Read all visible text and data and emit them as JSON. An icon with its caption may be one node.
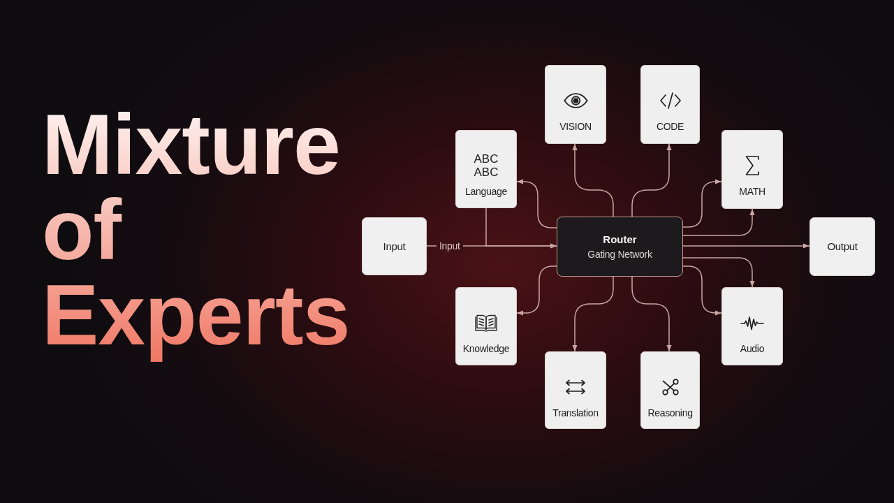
{
  "diagram": {
    "title": "Mixture of Experts",
    "nodes": [
      {
        "text": [
          "VISION"
        ]
      },
      {
        "text": [
          "CODE"
        ]
      },
      {
        "text": [
          "ABC ABC",
          "Language"
        ]
      },
      {
        "text": [
          "MATH"
        ]
      },
      {
        "text": [
          "Input"
        ]
      },
      {
        "text": [
          "Router",
          "Gating Network"
        ]
      },
      {
        "text": [
          "Output"
        ]
      },
      {
        "text": [
          "Knowledge"
        ]
      },
      {
        "text": [
          "Audio"
        ]
      },
      {
        "text": [
          "Translation"
        ]
      },
      {
        "text": [
          "Reasoning"
        ]
      }
    ],
    "edges": [
      {
        "from": 4,
        "to": 5,
        "arrow": "to",
        "label": "Input"
      },
      {
        "from": 2,
        "to": 5,
        "arrow": "to"
      },
      {
        "from": 5,
        "to": 2,
        "arrow": "to"
      },
      {
        "from": 5,
        "to": 0,
        "arrow": "to"
      },
      {
        "from": 5,
        "to": 1,
        "arrow": "to"
      },
      {
        "from": 5,
        "to": 3,
        "arrow": "to"
      },
      {
        "from": 5,
        "to": 3,
        "arrow": "to"
      },
      {
        "from": 5,
        "to": 6,
        "arrow": "to"
      },
      {
        "from": 5,
        "to": 8,
        "arrow": "to"
      },
      {
        "from": 5,
        "to": 8,
        "arrow": "to"
      },
      {
        "from": 5,
        "to": 7,
        "arrow": "to"
      },
      {
        "from": 5,
        "to": 9,
        "arrow": "to"
      },
      {
        "from": 5,
        "to": 10,
        "arrow": "to"
      }
    ]
  }
}
